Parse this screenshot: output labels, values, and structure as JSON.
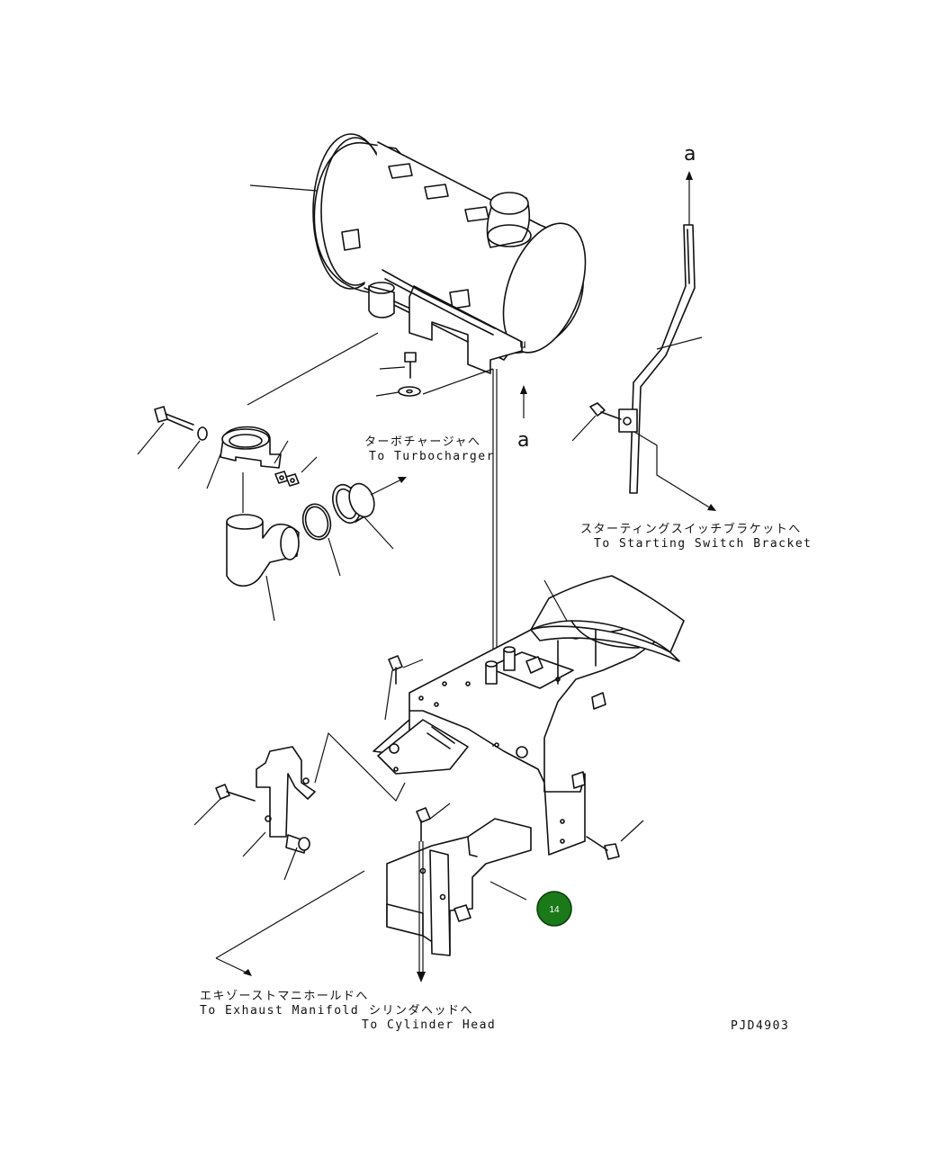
{
  "diagram": {
    "ref_a_top": "a",
    "ref_a_bottom": "a",
    "ref_u": "u",
    "labels": {
      "turbocharger_jp": "ターボチャージャへ",
      "turbocharger_en": "To Turbocharger",
      "starting_switch_jp": "スターティングスイッチブラケットへ",
      "starting_switch_en": "To Starting Switch Bracket",
      "exhaust_manifold_jp": "エキゾーストマニホールドへ",
      "exhaust_manifold_en": "To Exhaust Manifold",
      "cylinder_head_jp": "シリンダヘッドへ",
      "cylinder_head_en": "To Cylinder Head"
    },
    "drawing_code": "PJD4903",
    "callout": {
      "number": "14",
      "color": "#1a7a1a"
    }
  }
}
